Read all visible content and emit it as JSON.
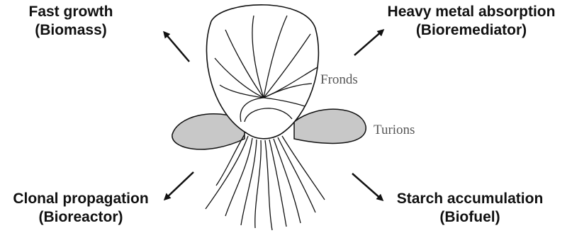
{
  "labels": {
    "top_left": {
      "line1": "Fast growth",
      "line2": "(Biomass)"
    },
    "top_right": {
      "line1": "Heavy metal absorption",
      "line2": "(Bioremediator)"
    },
    "bottom_left": {
      "line1": "Clonal propagation",
      "line2": "(Bioreactor)"
    },
    "bottom_right": {
      "line1": "Starch accumulation",
      "line2": "(Biofuel)"
    }
  },
  "parts": {
    "fronds": "Fronds",
    "turions": "Turions"
  },
  "colors": {
    "ink": "#111111",
    "turion_fill": "#c8c8c8",
    "part_label": "#555555"
  }
}
